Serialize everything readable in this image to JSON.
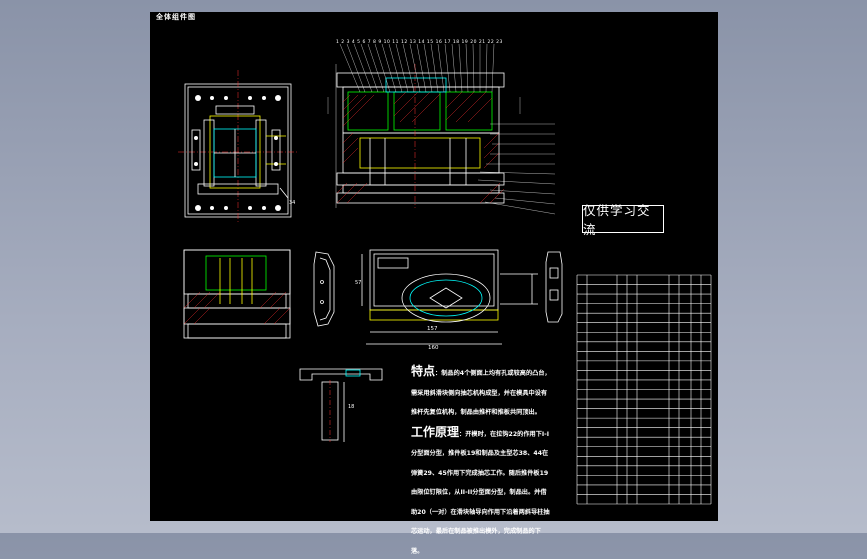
{
  "sheet": {
    "title": "全体组件图",
    "watermark": "仅供学习交流",
    "bom_rows": 24,
    "part_callouts_top": "1 2 3 4 5 6 7 8 9 10 11 12 13 14 15 16 17 18 19 20 21 22 23",
    "dimensions": {
      "width_157": "157",
      "width_160": "160",
      "height_57": "57",
      "height_18": "18",
      "ref_34": "34"
    },
    "notes": {
      "feature_heading": "特点",
      "feature_body": "：制品的4个侧面上均有孔或较高的凸台，需采用斜滑块侧向抽芯机构成型，并在模具中设有推杆先复位机构，制品由推杆和推板共同顶出。",
      "principle_heading": "工作原理",
      "principle_body": "：开模时，在拉钩22的作用下I-I分型面分型，推件板19和制品及主型芯38、44在弹簧29、45作用下完成抽芯工作。随后推件板19由限位钉限位，从II-II分型面分型，制品出。并借助20（一对）在滑块轴导向作用下沿着两斜导柱抽芯运动，最后在制品被推出模外，完成制品的下落。"
    },
    "colors": {
      "background": "#000000",
      "line": "#ffffff",
      "accent_yellow": "#ffff00",
      "accent_red": "#ff3030",
      "accent_green": "#00ff00",
      "accent_cyan": "#00ffff"
    }
  }
}
